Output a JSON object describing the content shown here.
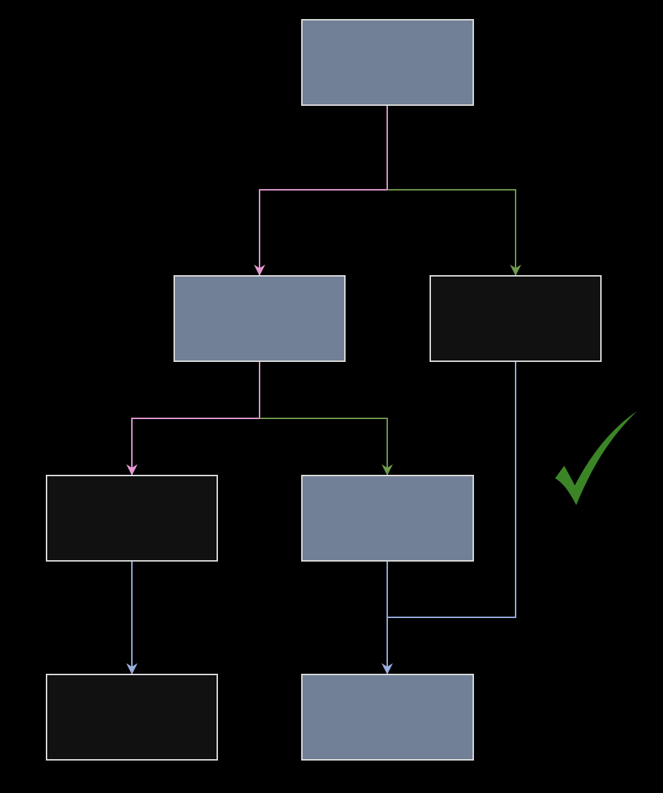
{
  "colors": {
    "background": "#000000",
    "node_filled": "#718096",
    "node_dark": "#111111",
    "node_border": "#dddddd",
    "edge_pink": "#e49ad2",
    "edge_green": "#6f9b4c",
    "edge_blue": "#9aaee0",
    "checkmark": "#3b8527"
  },
  "nodes": [
    {
      "id": "n1",
      "style": "filled"
    },
    {
      "id": "n2",
      "style": "filled"
    },
    {
      "id": "n3",
      "style": "dark"
    },
    {
      "id": "n4",
      "style": "dark"
    },
    {
      "id": "n5",
      "style": "filled"
    },
    {
      "id": "n6",
      "style": "dark"
    },
    {
      "id": "n7",
      "style": "filled"
    }
  ],
  "edges": [
    {
      "from": "n1",
      "to": "n2",
      "color": "pink"
    },
    {
      "from": "n1",
      "to": "n3",
      "color": "green"
    },
    {
      "from": "n2",
      "to": "n4",
      "color": "pink"
    },
    {
      "from": "n2",
      "to": "n5",
      "color": "green"
    },
    {
      "from": "n4",
      "to": "n6",
      "color": "blue"
    },
    {
      "from": "n5",
      "to": "n7",
      "color": "blue"
    },
    {
      "from": "n3",
      "to": "n7",
      "color": "blue"
    }
  ],
  "decoration": {
    "icon": "checkmark-icon"
  }
}
